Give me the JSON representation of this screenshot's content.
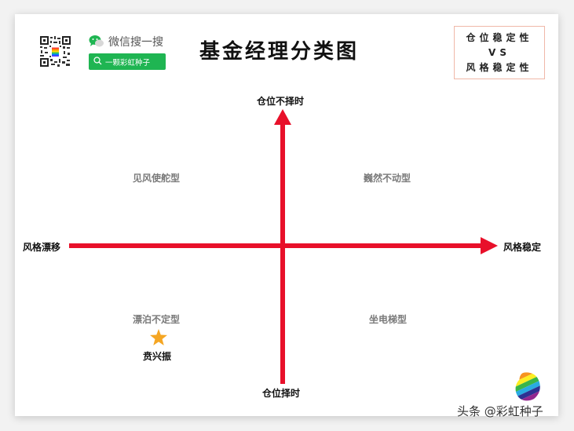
{
  "header": {
    "title": "基金经理分类图",
    "wechat_search_label": "微信搜一搜",
    "wechat_search_query": "一颗彩虹种子",
    "vs_box": {
      "line1": "仓位稳定性",
      "line2": "VS",
      "line3": "风格稳定性"
    }
  },
  "axes": {
    "top_label": "仓位不择时",
    "bottom_label": "仓位择时",
    "left_label": "风格漂移",
    "right_label": "风格稳定",
    "color": "#e8102a"
  },
  "quadrants": {
    "top_left": "见风使舵型",
    "top_right": "巍然不动型",
    "bottom_left": "漂泊不定型",
    "bottom_right": "坐电梯型"
  },
  "markers": [
    {
      "name": "贲兴振",
      "quadrant": "bottom_left",
      "icon": "star-icon",
      "color": "#f5a623"
    }
  ],
  "watermark": "头条 @彩虹种子"
}
